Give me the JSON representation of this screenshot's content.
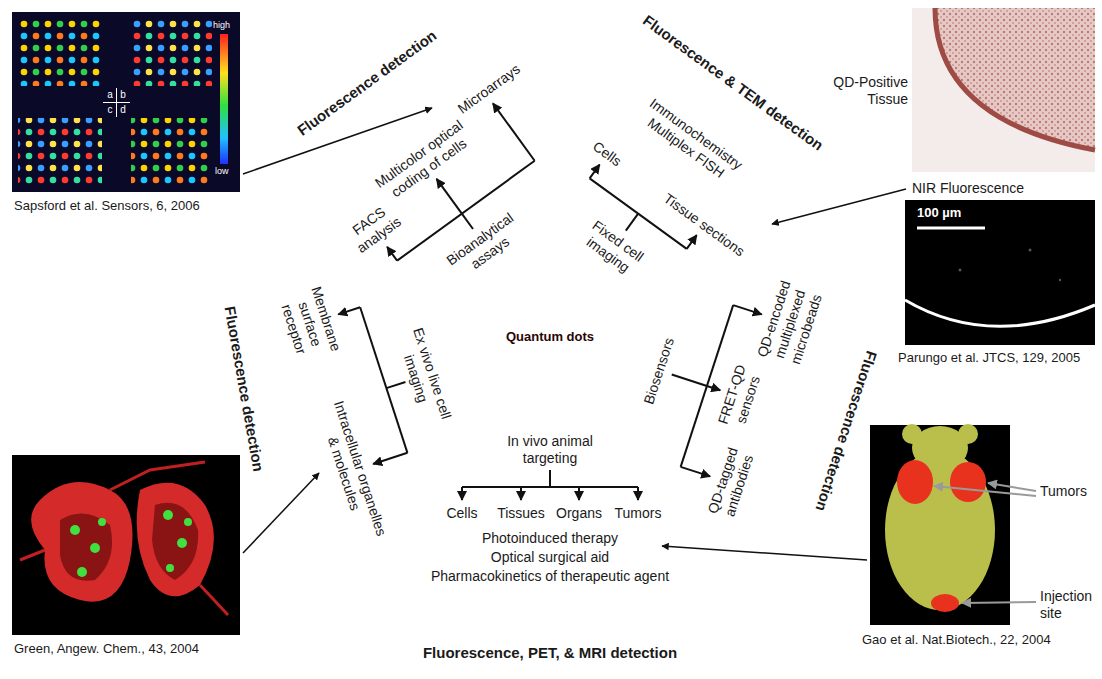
{
  "diagram": {
    "nodes": [
      {
        "text": [
          "Quantum dots"
        ]
      },
      {
        "text": [
          "Fluorescence detection",
          "Microarrays",
          "Multicolor optical coding of cells",
          "FACS analysis",
          "Bioanalytical assays"
        ]
      },
      {
        "text": [
          "Fluorescence & TEM detection",
          "Immunochemistry Multiplex FISH",
          "Cells",
          "Tissue sections",
          "Fixed cell imaging"
        ]
      },
      {
        "text": [
          "Fluorescence detection",
          "Biosensors",
          "FRET-QD sensors",
          "QD-encoded multiplexed microbeads",
          "QD-tagged antibodies"
        ]
      },
      {
        "text": [
          "Fluorescence, PET, & MRI detection",
          "In vivo animal targeting",
          "Cells",
          "Tissues",
          "Organs",
          "Tumors",
          "Photoinduced therapy",
          "Optical surgical aid",
          "Pharmacokinetics of therapeutic agent"
        ]
      },
      {
        "text": [
          "Fluorescence detection",
          "Ex vivo live cell imaging",
          "Membrane surface receptor",
          "Intracellular organelles & molecules"
        ]
      }
    ],
    "labels": [
      "Sapsford et al. Sensors, 6, 2006",
      "a",
      "b",
      "c",
      "d",
      "high",
      "low",
      "QD-Positive Tissue",
      "NIR Fluorescence",
      "100 µm",
      "Parungo et al. JTCS, 129, 2005",
      "Tumors",
      "Injection site",
      "Gao et al. Nat.Biotech., 22, 2004",
      "Green, Angew. Chem., 43, 2004"
    ]
  }
}
